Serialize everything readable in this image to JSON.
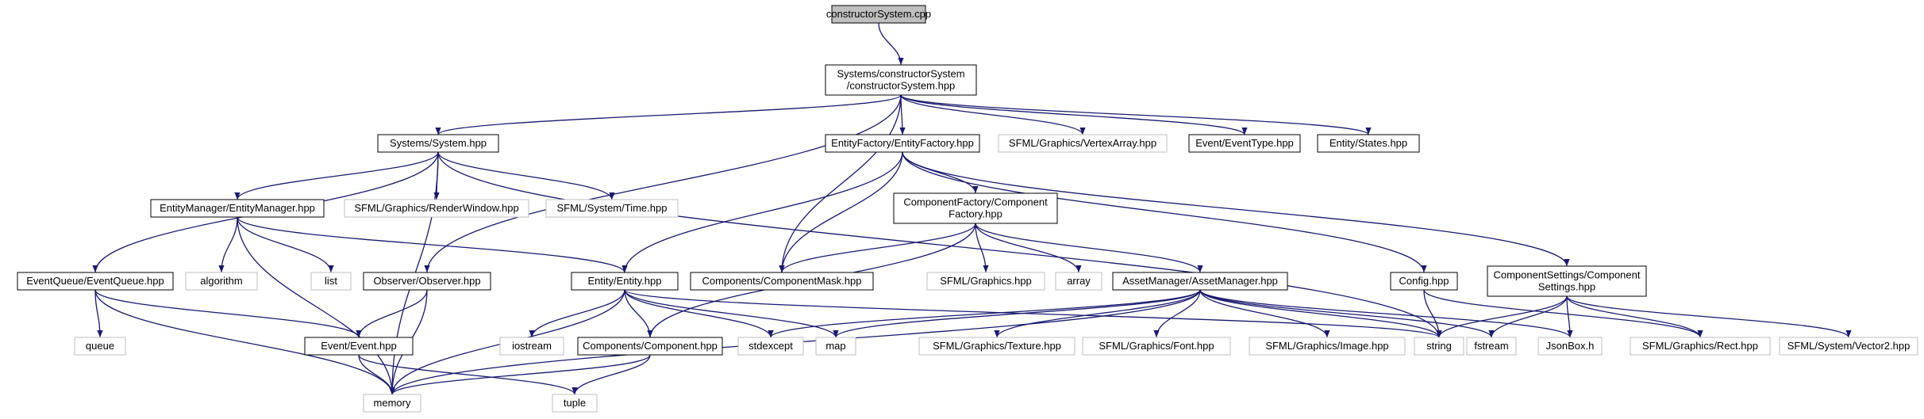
{
  "diagram": {
    "colors": {
      "edge": "#191970",
      "node_border_documented": "#000000",
      "node_border_external": "#bfbfbf",
      "root_fill": "#bfbfbf",
      "node_fill": "#ffffff"
    },
    "nodes": [
      {
        "id": "root",
        "lines": [
          "constructorSystem.cpp"
        ],
        "kind": "root"
      },
      {
        "id": "cs_hpp",
        "lines": [
          "Systems/constructorSystem",
          "/constructorSystem.hpp"
        ],
        "kind": "doc"
      },
      {
        "id": "system_hpp",
        "lines": [
          "Systems/System.hpp"
        ],
        "kind": "doc"
      },
      {
        "id": "entityfactory",
        "lines": [
          "EntityFactory/EntityFactory.hpp"
        ],
        "kind": "doc"
      },
      {
        "id": "vertexarray",
        "lines": [
          "SFML/Graphics/VertexArray.hpp"
        ],
        "kind": "ext"
      },
      {
        "id": "eventtype",
        "lines": [
          "Event/EventType.hpp"
        ],
        "kind": "doc"
      },
      {
        "id": "states",
        "lines": [
          "Entity/States.hpp"
        ],
        "kind": "doc"
      },
      {
        "id": "entitymanager",
        "lines": [
          "EntityManager/EntityManager.hpp"
        ],
        "kind": "doc"
      },
      {
        "id": "renderwindow",
        "lines": [
          "SFML/Graphics/RenderWindow.hpp"
        ],
        "kind": "ext"
      },
      {
        "id": "time",
        "lines": [
          "SFML/System/Time.hpp"
        ],
        "kind": "ext"
      },
      {
        "id": "componentfactory",
        "lines": [
          "ComponentFactory/Component",
          "Factory.hpp"
        ],
        "kind": "doc"
      },
      {
        "id": "eventqueue",
        "lines": [
          "EventQueue/EventQueue.hpp"
        ],
        "kind": "doc"
      },
      {
        "id": "algorithm",
        "lines": [
          "algorithm"
        ],
        "kind": "ext"
      },
      {
        "id": "list",
        "lines": [
          "list"
        ],
        "kind": "ext"
      },
      {
        "id": "observer",
        "lines": [
          "Observer/Observer.hpp"
        ],
        "kind": "doc"
      },
      {
        "id": "entity",
        "lines": [
          "Entity/Entity.hpp"
        ],
        "kind": "doc"
      },
      {
        "id": "componentmask",
        "lines": [
          "Components/ComponentMask.hpp"
        ],
        "kind": "doc"
      },
      {
        "id": "graphics",
        "lines": [
          "SFML/Graphics.hpp"
        ],
        "kind": "ext"
      },
      {
        "id": "array",
        "lines": [
          "array"
        ],
        "kind": "ext"
      },
      {
        "id": "assetmanager",
        "lines": [
          "AssetManager/AssetManager.hpp"
        ],
        "kind": "doc"
      },
      {
        "id": "config",
        "lines": [
          "Config.hpp"
        ],
        "kind": "doc"
      },
      {
        "id": "componentsettings",
        "lines": [
          "ComponentSettings/Component",
          "Settings.hpp"
        ],
        "kind": "doc"
      },
      {
        "id": "queue",
        "lines": [
          "queue"
        ],
        "kind": "ext"
      },
      {
        "id": "event",
        "lines": [
          "Event/Event.hpp"
        ],
        "kind": "doc"
      },
      {
        "id": "iostream",
        "lines": [
          "iostream"
        ],
        "kind": "ext"
      },
      {
        "id": "component",
        "lines": [
          "Components/Component.hpp"
        ],
        "kind": "doc"
      },
      {
        "id": "stdexcept",
        "lines": [
          "stdexcept"
        ],
        "kind": "ext"
      },
      {
        "id": "map",
        "lines": [
          "map"
        ],
        "kind": "ext"
      },
      {
        "id": "texture",
        "lines": [
          "SFML/Graphics/Texture.hpp"
        ],
        "kind": "ext"
      },
      {
        "id": "font",
        "lines": [
          "SFML/Graphics/Font.hpp"
        ],
        "kind": "ext"
      },
      {
        "id": "image",
        "lines": [
          "SFML/Graphics/Image.hpp"
        ],
        "kind": "ext"
      },
      {
        "id": "string",
        "lines": [
          "string"
        ],
        "kind": "ext"
      },
      {
        "id": "fstream",
        "lines": [
          "fstream"
        ],
        "kind": "ext"
      },
      {
        "id": "jsonbox",
        "lines": [
          "JsonBox.h"
        ],
        "kind": "ext"
      },
      {
        "id": "rect",
        "lines": [
          "SFML/Graphics/Rect.hpp"
        ],
        "kind": "ext"
      },
      {
        "id": "vector2",
        "lines": [
          "SFML/System/Vector2.hpp"
        ],
        "kind": "ext"
      },
      {
        "id": "memory",
        "lines": [
          "memory"
        ],
        "kind": "ext"
      },
      {
        "id": "tuple",
        "lines": [
          "tuple"
        ],
        "kind": "ext"
      }
    ],
    "edges": [
      [
        "root",
        "cs_hpp"
      ],
      [
        "cs_hpp",
        "system_hpp"
      ],
      [
        "cs_hpp",
        "entityfactory"
      ],
      [
        "cs_hpp",
        "vertexarray"
      ],
      [
        "cs_hpp",
        "eventtype"
      ],
      [
        "cs_hpp",
        "states"
      ],
      [
        "cs_hpp",
        "observer"
      ],
      [
        "cs_hpp",
        "componentmask"
      ],
      [
        "system_hpp",
        "entitymanager"
      ],
      [
        "system_hpp",
        "renderwindow"
      ],
      [
        "system_hpp",
        "time"
      ],
      [
        "system_hpp",
        "eventqueue"
      ],
      [
        "system_hpp",
        "memory"
      ],
      [
        "system_hpp",
        "string"
      ],
      [
        "entityfactory",
        "componentfactory"
      ],
      [
        "entityfactory",
        "entity"
      ],
      [
        "entityfactory",
        "componentmask"
      ],
      [
        "entityfactory",
        "config"
      ],
      [
        "entityfactory",
        "componentsettings"
      ],
      [
        "entitymanager",
        "algorithm"
      ],
      [
        "entitymanager",
        "list"
      ],
      [
        "entitymanager",
        "entity"
      ],
      [
        "entitymanager",
        "memory"
      ],
      [
        "componentfactory",
        "componentmask"
      ],
      [
        "componentfactory",
        "graphics"
      ],
      [
        "componentfactory",
        "array"
      ],
      [
        "componentfactory",
        "assetmanager"
      ],
      [
        "componentfactory",
        "component"
      ],
      [
        "eventqueue",
        "queue"
      ],
      [
        "eventqueue",
        "event"
      ],
      [
        "eventqueue",
        "memory"
      ],
      [
        "observer",
        "event"
      ],
      [
        "observer",
        "memory"
      ],
      [
        "entity",
        "iostream"
      ],
      [
        "entity",
        "component"
      ],
      [
        "entity",
        "stdexcept"
      ],
      [
        "entity",
        "map"
      ],
      [
        "entity",
        "string"
      ],
      [
        "entity",
        "memory"
      ],
      [
        "assetmanager",
        "map"
      ],
      [
        "assetmanager",
        "stdexcept"
      ],
      [
        "assetmanager",
        "texture"
      ],
      [
        "assetmanager",
        "font"
      ],
      [
        "assetmanager",
        "image"
      ],
      [
        "assetmanager",
        "string"
      ],
      [
        "assetmanager",
        "fstream"
      ],
      [
        "assetmanager",
        "jsonbox"
      ],
      [
        "assetmanager",
        "memory"
      ],
      [
        "config",
        "string"
      ],
      [
        "config",
        "rect"
      ],
      [
        "componentsettings",
        "string"
      ],
      [
        "componentsettings",
        "fstream"
      ],
      [
        "componentsettings",
        "jsonbox"
      ],
      [
        "componentsettings",
        "rect"
      ],
      [
        "componentsettings",
        "vector2"
      ],
      [
        "event",
        "memory"
      ],
      [
        "event",
        "tuple"
      ],
      [
        "component",
        "memory"
      ],
      [
        "component",
        "tuple"
      ]
    ]
  }
}
